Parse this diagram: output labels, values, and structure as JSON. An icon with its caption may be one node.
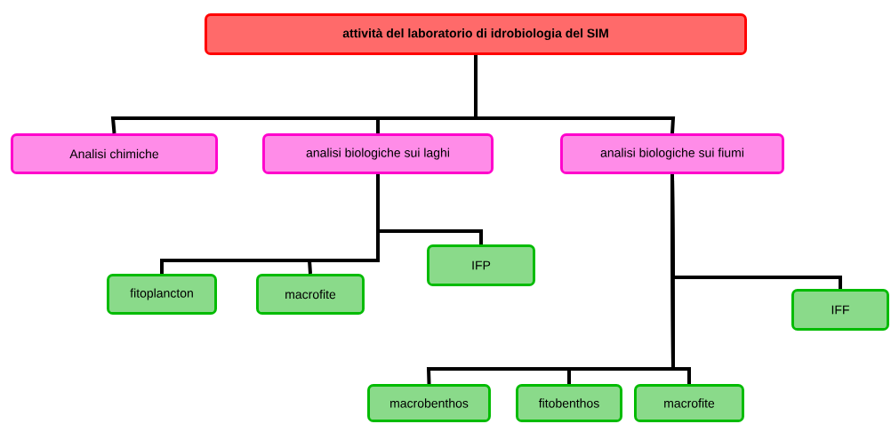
{
  "diagram": {
    "nodes": [
      {
        "text": [
          "attività del laboratorio di idrobiologia del SIM"
        ]
      },
      {
        "text": [
          "Analisi chimiche"
        ]
      },
      {
        "text": [
          "analisi biologiche sui laghi"
        ]
      },
      {
        "text": [
          "analisi biologiche sui fiumi"
        ]
      },
      {
        "text": [
          "fitoplancton"
        ]
      },
      {
        "text": [
          "macrofite"
        ]
      },
      {
        "text": [
          "IFP"
        ]
      },
      {
        "text": [
          "IFF"
        ]
      },
      {
        "text": [
          "macrobenthos"
        ]
      },
      {
        "text": [
          "fitobenthos"
        ]
      },
      {
        "text": [
          "macrofite"
        ]
      }
    ],
    "edges": [
      {
        "from": 0,
        "to": 1,
        "arrow": "none"
      },
      {
        "from": 0,
        "to": 2,
        "arrow": "none"
      },
      {
        "from": 0,
        "to": 3,
        "arrow": "none"
      },
      {
        "from": 2,
        "to": 4,
        "arrow": "none"
      },
      {
        "from": 2,
        "to": 5,
        "arrow": "none"
      },
      {
        "from": 2,
        "to": 6,
        "arrow": "none"
      },
      {
        "from": 3,
        "to": 7,
        "arrow": "none"
      },
      {
        "from": 3,
        "to": 8,
        "arrow": "none"
      },
      {
        "from": 3,
        "to": 9,
        "arrow": "none"
      },
      {
        "from": 3,
        "to": 10,
        "arrow": "none"
      }
    ]
  }
}
